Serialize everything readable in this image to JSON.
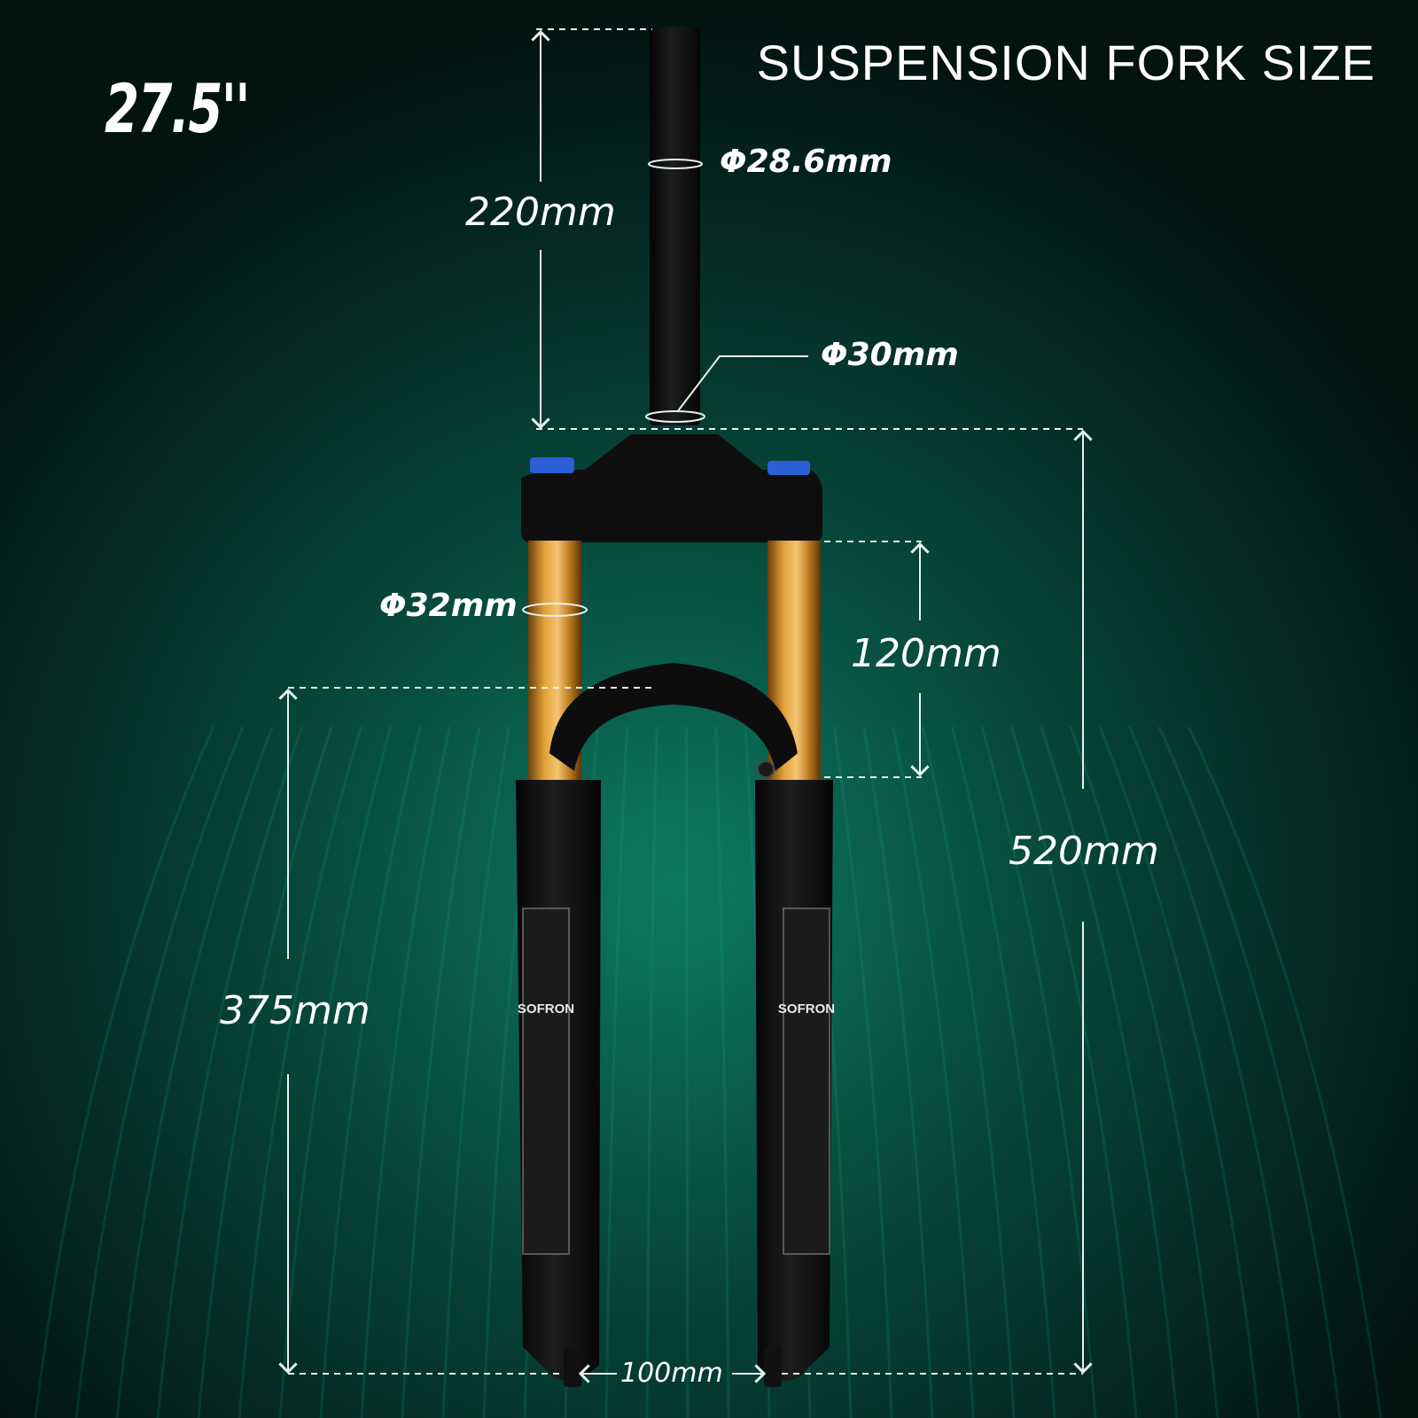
{
  "size_badge": "27.5''",
  "title": "SUSPENSION FORK SIZE",
  "dimensions": {
    "steerer_length": "220mm",
    "steerer_top_diameter": "Φ28.6mm",
    "steerer_base_diameter": "Φ30mm",
    "stanchion_diameter": "Φ32mm",
    "travel": "120mm",
    "axle_to_crown": "520mm",
    "lower_leg_length": "375mm",
    "hub_spacing": "100mm"
  },
  "fork_decals": {
    "left_leg": "SOFRON",
    "right_leg": "SOFRON"
  },
  "colors": {
    "background_dark": "#031512",
    "background_glow": "#0b6a57",
    "fork_body": "#0c0c0c",
    "stanchion_gold": "#c98a1e",
    "dimension_line": "#e6f2ee",
    "cap_blue": "#2b5fd6"
  }
}
